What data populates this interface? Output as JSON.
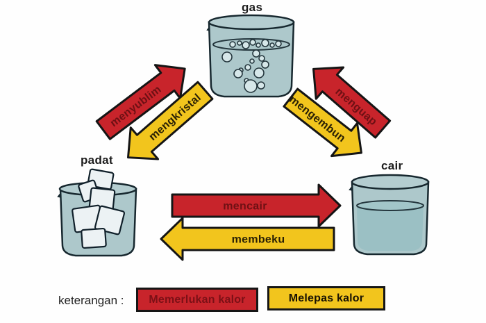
{
  "labels": {
    "gas": "gas",
    "padat": "padat",
    "cair": "cair"
  },
  "arrows": {
    "menyublim": {
      "label": "menyublim",
      "from": "padat",
      "to": "gas",
      "kalor": "memerlukan"
    },
    "mengkristal": {
      "label": "mengkristal",
      "from": "gas",
      "to": "padat",
      "kalor": "melepas"
    },
    "menguap": {
      "label": "menguap",
      "from": "cair",
      "to": "gas",
      "kalor": "memerlukan"
    },
    "mengembun": {
      "label": "mengembun",
      "from": "gas",
      "to": "cair",
      "kalor": "melepas"
    },
    "mencair": {
      "label": "mencair",
      "from": "padat",
      "to": "cair",
      "kalor": "memerlukan"
    },
    "membeku": {
      "label": "membeku",
      "from": "cair",
      "to": "padat",
      "kalor": "melepas"
    }
  },
  "legend": {
    "title": "keterangan :",
    "items": [
      {
        "label": "Memerlukan kalor",
        "color": "#c8242b"
      },
      {
        "label": "Melepas kalor",
        "color": "#f2c51d"
      }
    ]
  },
  "colors": {
    "heat_required_red": "#c8242b",
    "heat_released_yellow": "#f2c51d",
    "outline": "#151515",
    "beaker_fill": "#adc8cb",
    "text_on_red": "#6e1014",
    "text_on_yellow": "#2a2105"
  }
}
